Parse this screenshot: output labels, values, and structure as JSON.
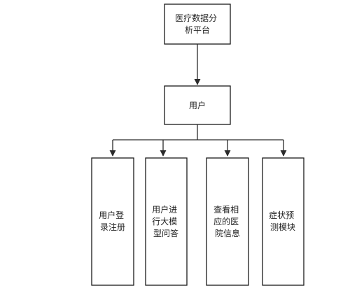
{
  "diagram": {
    "root": {
      "lines": [
        "医疗数据分",
        "析平台"
      ]
    },
    "user": {
      "lines": [
        "用户"
      ]
    },
    "modules": [
      {
        "lines": [
          "用户登",
          "录注册"
        ]
      },
      {
        "lines": [
          "用户进",
          "行大模",
          "型问答"
        ]
      },
      {
        "lines": [
          "查看相",
          "应的医",
          "院信息"
        ]
      },
      {
        "lines": [
          "症状预",
          "测模块"
        ]
      }
    ]
  }
}
